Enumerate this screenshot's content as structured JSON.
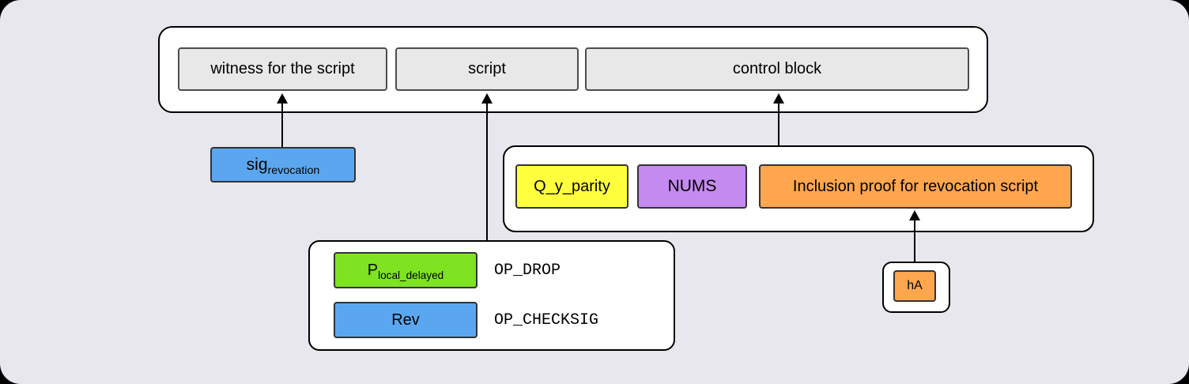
{
  "colors": {
    "background": "#e9e7ee",
    "blue": "#5aa7f0",
    "green": "#7ee321",
    "yellow": "#ffff3e",
    "purple": "#c58af0",
    "orange": "#ffa64f",
    "gray_box": "#e8e8e8"
  },
  "witness_structure": {
    "witness_label": "witness for the script",
    "script_label": "script",
    "control_block_label": "control block"
  },
  "sig_box": {
    "base": "sig",
    "subscript": "revocation"
  },
  "script_detail": {
    "p_base": "P",
    "p_subscript": "local_delayed",
    "op_drop": "OP_DROP",
    "rev_label": "Rev",
    "op_checksig": "OP_CHECKSIG"
  },
  "control_detail": {
    "q_parity": "Q_y_parity",
    "nums": "NUMS",
    "inclusion_proof": "Inclusion proof for revocation script"
  },
  "hash_box": {
    "label": "hA"
  }
}
